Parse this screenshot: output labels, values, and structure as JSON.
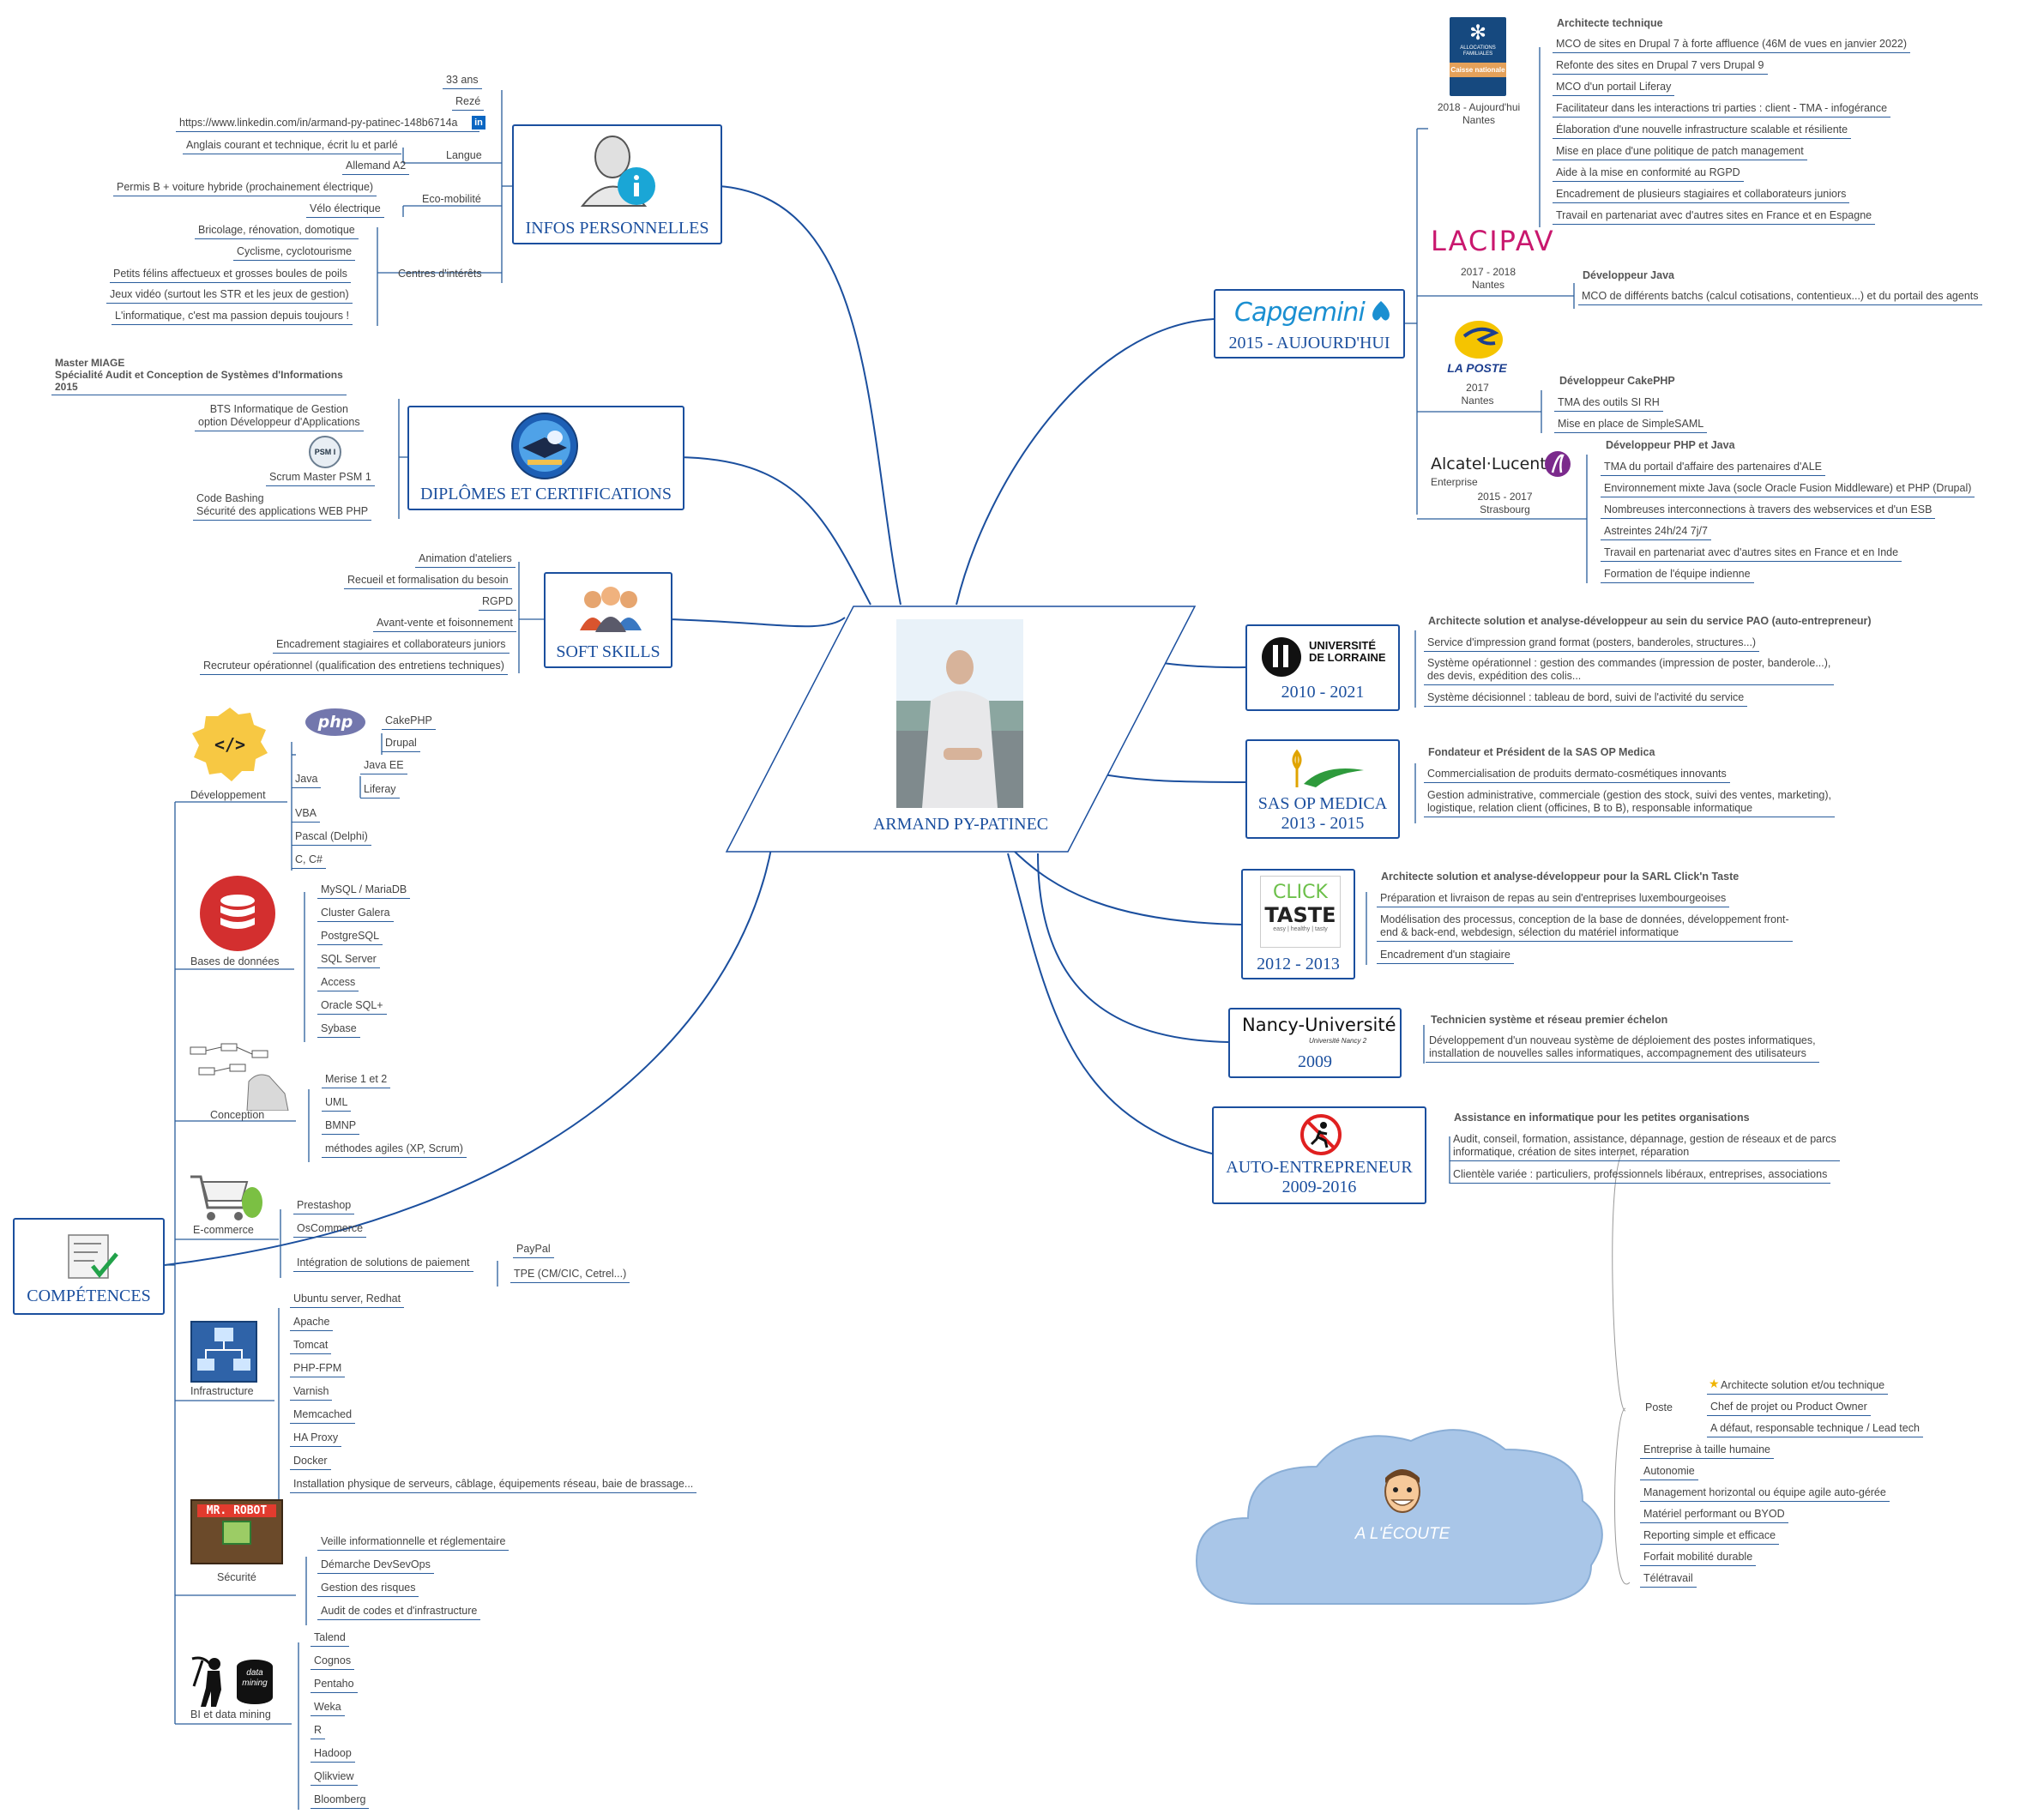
{
  "center": {
    "name": "ARMAND PY-PATINEC"
  },
  "infos": {
    "title": "INFOS PERSONNELLES",
    "age": "33 ans",
    "city": "Rezé",
    "linkedin": "https://www.linkedin.com/in/armand-py-patinec-148b6714a",
    "langue_label": "Langue",
    "langue_1": "Anglais courant et technique, écrit lu et parlé",
    "langue_2": "Allemand A2",
    "eco_label": "Eco-mobilité",
    "eco_1": "Permis B + voiture hybride (prochainement électrique)",
    "eco_2": "Vélo électrique",
    "centres_label": "Centres d'intérêts",
    "centres": [
      "Bricolage, rénovation, domotique",
      "Cyclisme, cyclotourisme",
      "Petits félins affectueux et grosses boules de poils",
      "Jeux vidéo (surtout les STR et les jeux de gestion)",
      "L'informatique, c'est ma passion depuis toujours !"
    ]
  },
  "diplomes": {
    "title": "DIPLÔMES ET CERTIFICATIONS",
    "master": "Master MIAGE\nSpécialité Audit et Conception de Systèmes d'Informations\n2015",
    "bts": "BTS Informatique de Gestion\noption Développeur d'Applications",
    "psm_badge": "PSM I",
    "psm": "Scrum Master PSM 1",
    "code": "Code Bashing\nSécurité des applications WEB PHP"
  },
  "soft": {
    "title": "SOFT SKILLS",
    "items": [
      "Animation d'ateliers",
      "Recueil et formalisation du besoin",
      "RGPD",
      "Avant-vente et foisonnement",
      "Encadrement stagiaires et collaborateurs juniors",
      "Recruteur opérationnel (qualification des entretiens techniques)"
    ]
  },
  "comp": {
    "title": "COMPÉTENCES",
    "dev": {
      "label": "Développement",
      "php_logo": "php",
      "php": [
        "CakePHP",
        "Drupal"
      ],
      "java": "Java",
      "java_items": [
        "Java EE",
        "Liferay"
      ],
      "others": [
        "VBA",
        "Pascal (Delphi)",
        "C, C#"
      ]
    },
    "bdd": {
      "label": "Bases de données",
      "items": [
        "MySQL / MariaDB",
        "Cluster Galera",
        "PostgreSQL",
        "SQL Server",
        "Access",
        "Oracle SQL+",
        "Sybase"
      ]
    },
    "conc": {
      "label": "Conception",
      "items": [
        "Merise 1 et 2",
        "UML",
        "BMNP",
        "méthodes agiles (XP, Scrum)"
      ]
    },
    "ecom": {
      "label": "E-commerce",
      "items": [
        "Prestashop",
        "OsCommerce"
      ],
      "paiement": "Intégration de solutions de paiement",
      "paiement_items": [
        "PayPal",
        "TPE (CM/CIC, Cetrel...)"
      ]
    },
    "infra": {
      "label": "Infrastructure",
      "items": [
        "Ubuntu server, Redhat",
        "Apache",
        "Tomcat",
        "PHP-FPM",
        "Varnish",
        "Memcached",
        "HA Proxy",
        "Docker",
        "Installation physique de serveurs, câblage, équipements réseau, baie de brassage..."
      ]
    },
    "secu": {
      "label": "Sécurité",
      "badge": "MR. ROBOT",
      "items": [
        "Veille informationnelle et réglementaire",
        "Démarche DevSevOps",
        "Gestion des risques",
        "Audit de codes et d'infrastructure"
      ]
    },
    "bi": {
      "label": "BI et data mining",
      "badge": "data mining",
      "items": [
        "Talend",
        "Cognos",
        "Pentaho",
        "Weka",
        "R",
        "Hadoop",
        "Qlikview",
        "Bloomberg"
      ]
    }
  },
  "capgemini": {
    "logo": "Capgemini",
    "title": "2015 - AUJOURD'HUI",
    "caf": {
      "logo_1": "ALLOCATIONS FAMILIALES",
      "logo_2": "Caisse nationale",
      "dates": "2018 - Aujourd'hui\nNantes",
      "role": "Architecte technique",
      "items": [
        "MCO de sites en Drupal 7 à forte affluence (46M de vues en janvier 2022)",
        "Refonte des sites en Drupal 7 vers Drupal 9",
        "MCO d'un portail Liferay",
        "Facilitateur dans les interactions tri parties : client - TMA - infogérance",
        "Élaboration d'une nouvelle infrastructure scalable et résiliente",
        "Mise en place d'une politique de patch management",
        "Aide à la mise en conformité au RGPD",
        "Encadrement de plusieurs stagiaires et collaborateurs juniors",
        "Travail en partenariat avec d'autres sites en France et en Espagne"
      ]
    },
    "cipav": {
      "logo": "LACIPAV",
      "dates": "2017 - 2018\nNantes",
      "role": "Développeur Java",
      "items": [
        "MCO de différents batchs (calcul cotisations, contentieux...) et du portail des agents"
      ]
    },
    "poste": {
      "logo": "LA POSTE",
      "dates": "2017\nNantes",
      "role": "Développeur CakePHP",
      "items": [
        "TMA des outils SI RH",
        "Mise en place de SimpleSAML"
      ]
    },
    "alcatel": {
      "logo": "Alcatel·Lucent",
      "logo_sub": "Enterprise",
      "dates": "2015 - 2017\nStrasbourg",
      "role": "Développeur PHP et Java",
      "items": [
        "TMA du portail d'affaire des partenaires d'ALE",
        "Environnement mixte Java (socle Oracle Fusion Middleware) et PHP (Drupal)",
        "Nombreuses interconnections à travers des webservices et d'un ESB",
        "Astreintes 24h/24 7j/7",
        "Travail en partenariat avec d'autres sites en France et en Inde",
        "Formation de l'équipe indienne"
      ]
    }
  },
  "lorraine": {
    "logo": "UNIVERSITÉ\nDE LORRAINE",
    "title": "2010 - 2021",
    "role": "Architecte solution et analyse-développeur au sein du service PAO (auto-entrepreneur)",
    "items": [
      "Service d'impression grand format (posters, banderoles, structures...)",
      "Système opérationnel : gestion des commandes (impression de poster, banderole...),\ndes devis, expédition des colis...",
      "Système décisionnel : tableau de bord, suivi de l'activité du service"
    ]
  },
  "opmedica": {
    "title": "SAS OP MEDICA\n2013 - 2015",
    "role": "Fondateur et Président de la SAS OP Medica",
    "items": [
      "Commercialisation de produits dermato-cosmétiques innovants",
      "Gestion administrative, commerciale (gestion des stock, suivi des ventes, marketing),\nlogistique, relation client (officines, B to B), responsable informatique"
    ]
  },
  "clicktaste": {
    "logo_1": "CLICK",
    "logo_2": "TASTE",
    "logo_3": "easy | healthy | tasty",
    "title": "2012 - 2013",
    "role": "Architecte solution et analyse-développeur pour la SARL Click'n Taste",
    "items": [
      "Préparation et livraison de repas au sein d'entreprises luxembourgeoises",
      "Modélisation des processus, conception de  la base de données, développement front-\nend & back-end, webdesign, sélection du matériel informatique",
      "Encadrement d'un stagiaire"
    ]
  },
  "nancy": {
    "logo": "Nancy-Université",
    "logo_sub": "Université Nancy 2",
    "title": "2009",
    "role": "Technicien système et réseau premier échelon",
    "items": [
      "Développement d'un nouveau système de déploiement des postes informatiques,\ninstallation de nouvelles salles informatiques, accompagnement des utilisateurs"
    ]
  },
  "auto": {
    "title": "AUTO-ENTREPRENEUR\n2009-2016",
    "role": "Assistance en informatique pour les petites organisations",
    "items": [
      "Audit, conseil, formation, assistance, dépannage, gestion de réseaux et de parcs\ninformatique, création de sites internet, réparation",
      "Clientèle variée : particuliers, professionnels libéraux, entreprises, associations"
    ]
  },
  "ecoute": {
    "title": "A L'ÉCOUTE",
    "poste_label": "Poste",
    "poste": [
      "Architecte solution et/ou technique",
      "Chef de projet ou Product Owner",
      "A défaut, responsable technique / Lead tech"
    ],
    "items": [
      "Entreprise à taille humaine",
      "Autonomie",
      "Management horizontal ou équipe agile auto-gérée",
      "Matériel performant ou BYOD",
      "Reporting simple et efficace",
      "Forfait mobilité durable",
      "Télétravail"
    ]
  },
  "colors": {
    "accent": "#1B4F9E",
    "line": "#2a5d9c",
    "cloud": "#A9C6E8",
    "text": "#444444"
  }
}
